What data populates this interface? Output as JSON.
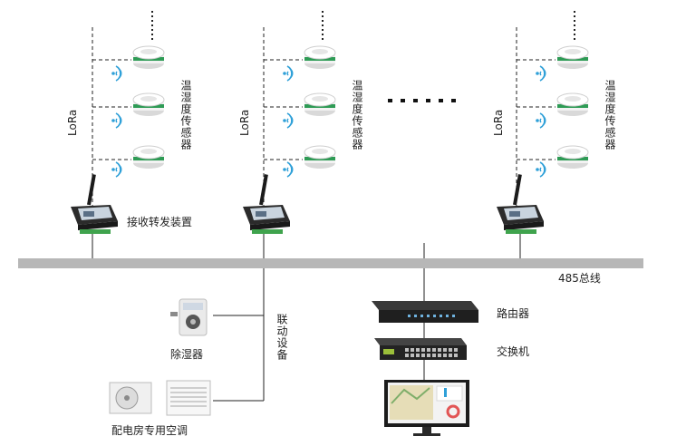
{
  "labels": {
    "lora": "LoRa",
    "sensor": "温湿度传感器",
    "gateway": "接收转发装置",
    "bus": "485总线",
    "linkage": "联动设备",
    "dehumidifier": "除湿器",
    "aircon": "配电房专用空调",
    "router": "路由器",
    "switch": "交换机",
    "ellipsis": "......"
  },
  "colors": {
    "bus": "#b7b7b7",
    "line": "#222222",
    "sensor_green": "#2e9b55",
    "wifi_blue": "#2fa0d8",
    "device_dark": "#2a2a2a"
  }
}
